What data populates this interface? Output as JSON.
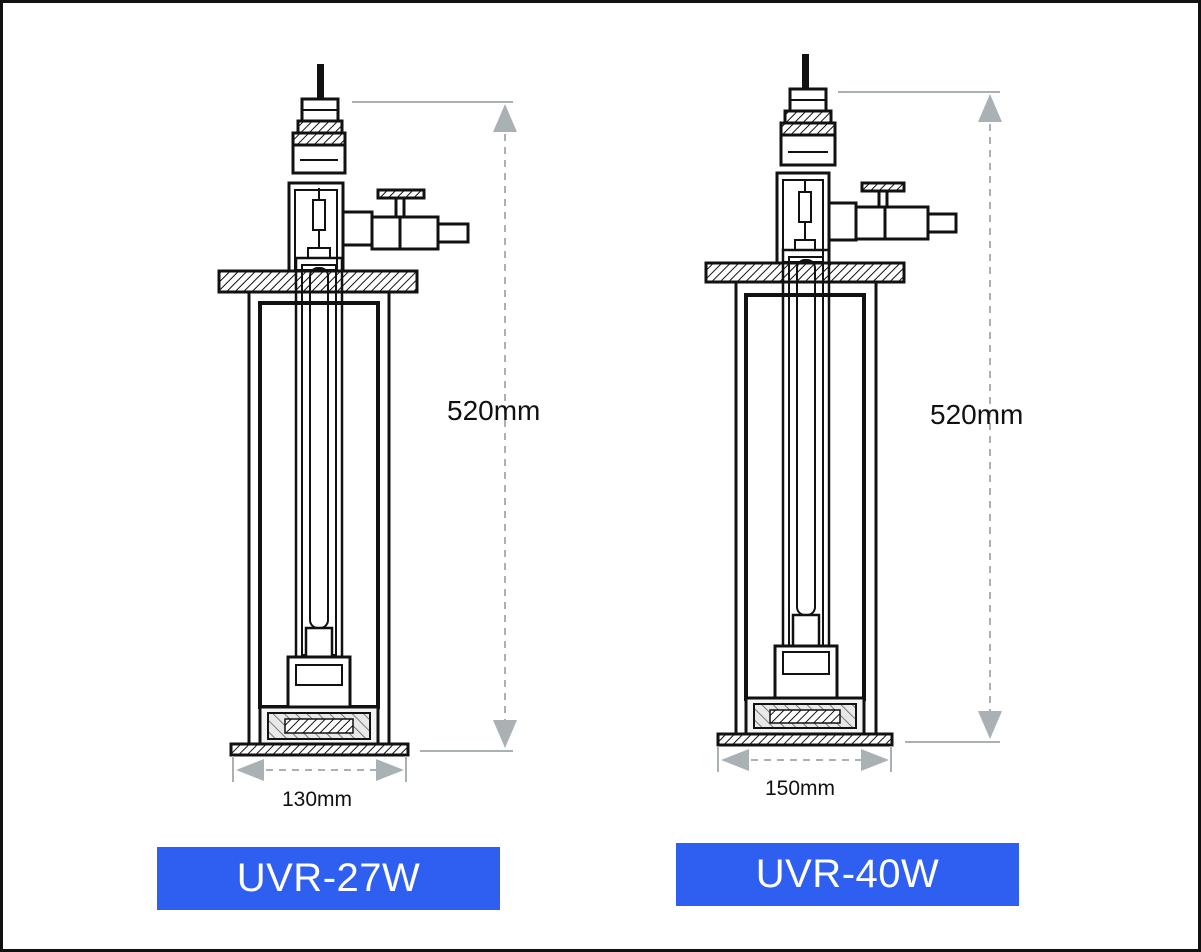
{
  "diagram": {
    "colors": {
      "outline": "#111111",
      "dimension": "#a9b1b5",
      "label_fill": "#2f5ff0",
      "label_text": "#ffffff"
    },
    "units": [
      {
        "model": "UVR-27W",
        "height_label": "520mm",
        "width_label": "130mm"
      },
      {
        "model": "UVR-40W",
        "height_label": "520mm",
        "width_label": "150mm"
      }
    ]
  }
}
